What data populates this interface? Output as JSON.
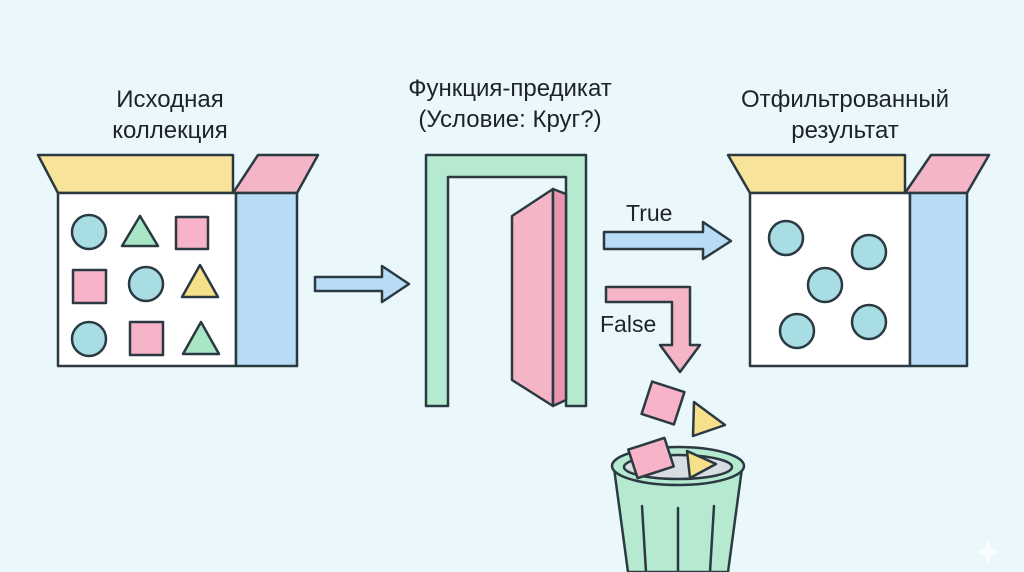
{
  "labels": {
    "source": [
      "Исходная",
      "коллекция"
    ],
    "predicate": [
      "Функция-предикат",
      "(Условие: Круг?)"
    ],
    "result": [
      "Отфильтрованный",
      "результат"
    ]
  },
  "branches": {
    "true": "True",
    "false": "False"
  },
  "colors": {
    "background": "#eaf8fb",
    "outline": "#2b3a42",
    "circle": "#a8dde3",
    "triangle": "#a8e6c6",
    "square": "#f7b3c8",
    "triangle_yellow": "#f7e08a",
    "flap_yellow": "#f8e39a",
    "flap_pink": "#f4b5c6",
    "box_side": "#b9dcf6",
    "door_frame": "#b5ead0",
    "arrow": "#b9dcf6",
    "false_arrow": "#f4b5c6",
    "trash": "#b5ead0"
  },
  "icons": [
    "box-icon",
    "door-icon",
    "trash-can-icon",
    "arrow-icon"
  ]
}
